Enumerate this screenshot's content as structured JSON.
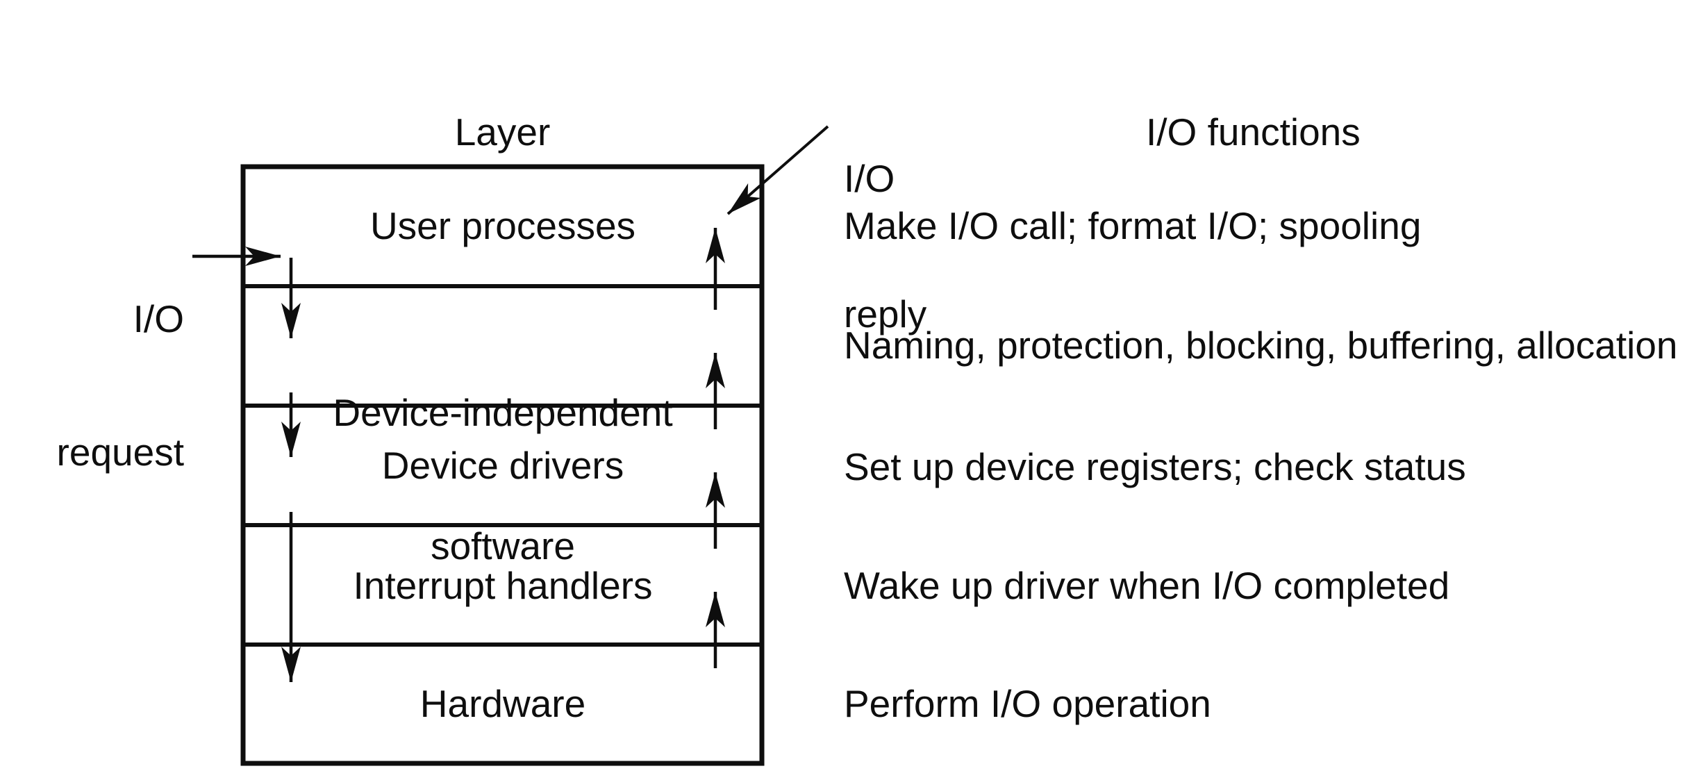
{
  "headings": {
    "layer": "Layer",
    "io_functions": "I/O functions"
  },
  "annotations": {
    "io_request": {
      "lines": [
        "I/O",
        "request"
      ]
    },
    "io_reply": {
      "lines": [
        "I/O",
        "reply"
      ]
    }
  },
  "layers": [
    {
      "name": "User processes",
      "function": "Make I/O call; format I/O; spooling"
    },
    {
      "name": "Device-independent software",
      "lines": [
        "Device-independent",
        "software"
      ],
      "function": "Naming, protection, blocking, buffering, allocation"
    },
    {
      "name": "Device drivers",
      "function": "Set up device registers; check status"
    },
    {
      "name": "Interrupt handlers",
      "function": "Wake up driver when I/O completed"
    },
    {
      "name": "Hardware",
      "function": "Perform I/O operation"
    }
  ],
  "flows": {
    "request_direction": "down",
    "reply_direction": "up"
  },
  "colors": {
    "ink": "#0e0e0e",
    "background": "#ffffff"
  }
}
